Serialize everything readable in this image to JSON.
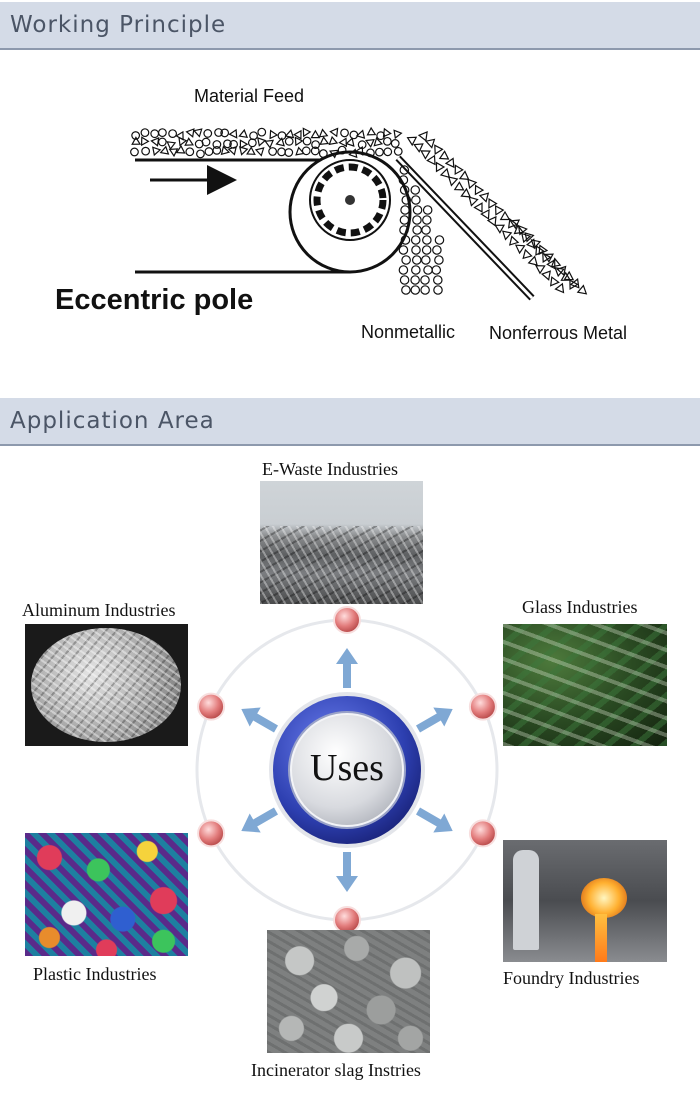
{
  "sections": {
    "working_principle": "Working Principle",
    "application_area": "Application Area"
  },
  "diagram": {
    "material_feed": "Material Feed",
    "eccentric_pole": "Eccentric pole",
    "nonmetallic": "Nonmetallic",
    "nonferrous_metal": "Nonferrous Metal"
  },
  "uses": {
    "center_label": "Uses",
    "ewaste": "E-Waste Industries",
    "aluminum": "Aluminum Industries",
    "glass": "Glass Industries",
    "plastic": "Plastic Industries",
    "foundry": "Foundry Industries",
    "incinerator": "Incinerator slag Instries"
  },
  "colors": {
    "section_bar": "#d4dbe7",
    "ring_blue": "#2d3fb0",
    "arrow_blue": "#7fa8d4",
    "node_red": "#e07878"
  }
}
